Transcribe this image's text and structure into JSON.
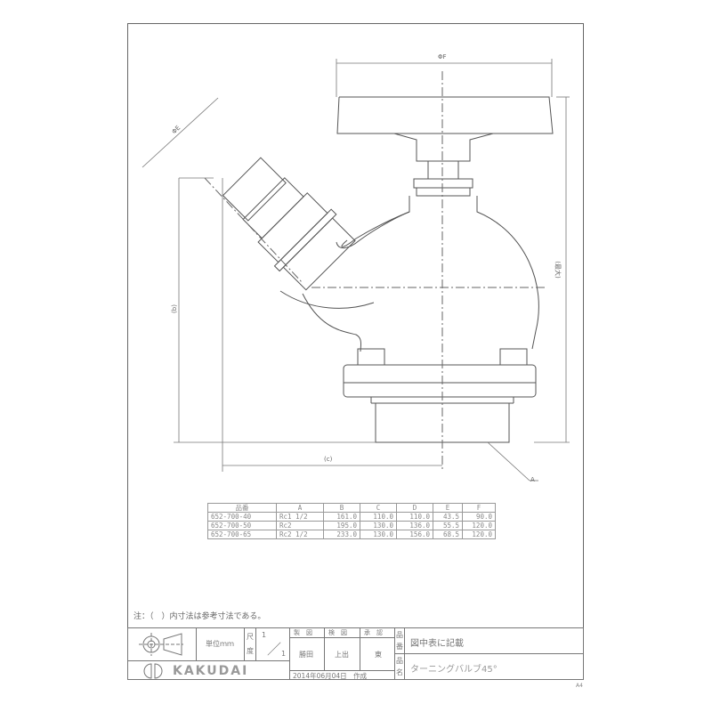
{
  "drawing": {
    "labels": {
      "phi_f": "ΦF",
      "phi_e": "ΦE",
      "dim_b": "(b)",
      "dim_c": "(c)",
      "dim_max": "(最大)",
      "dim_a": "A"
    }
  },
  "spec_table": {
    "headers": [
      "品番",
      "A",
      "B",
      "C",
      "D",
      "E",
      "F"
    ],
    "rows": [
      [
        "652-700-40",
        "Rc1 1/2",
        "161.0",
        "110.0",
        "110.0",
        "43.5",
        "90.0"
      ],
      [
        "652-700-50",
        "Rc2",
        "195.0",
        "130.0",
        "136.0",
        "55.5",
        "120.0"
      ],
      [
        "652-700-65",
        "Rc2 1/2",
        "233.0",
        "130.0",
        "156.0",
        "68.5",
        "120.0"
      ]
    ]
  },
  "note": "注：（　）内寸法は参考寸法である。",
  "title_block": {
    "unit_label": "単位ｍｍ",
    "scale_label_1": "尺",
    "scale_label_2": "度",
    "scale_num": "1",
    "scale_den": "1",
    "scale_slash": "／",
    "drawn_label": "製　図",
    "checked_label": "検　図",
    "approved_label": "承　認",
    "drawn_by": "勝田",
    "checked_by": "上出",
    "approved_by": "東",
    "date": "2014年06月04日　作成",
    "part_no_label_1": "品",
    "part_no_label_2": "番",
    "part_no_value": "図中表に記載",
    "part_name_label_1": "品",
    "part_name_label_2": "名",
    "part_name_value": "ターニングバルブ45°",
    "company": "KAKUDAI"
  },
  "paper_size": "A4"
}
